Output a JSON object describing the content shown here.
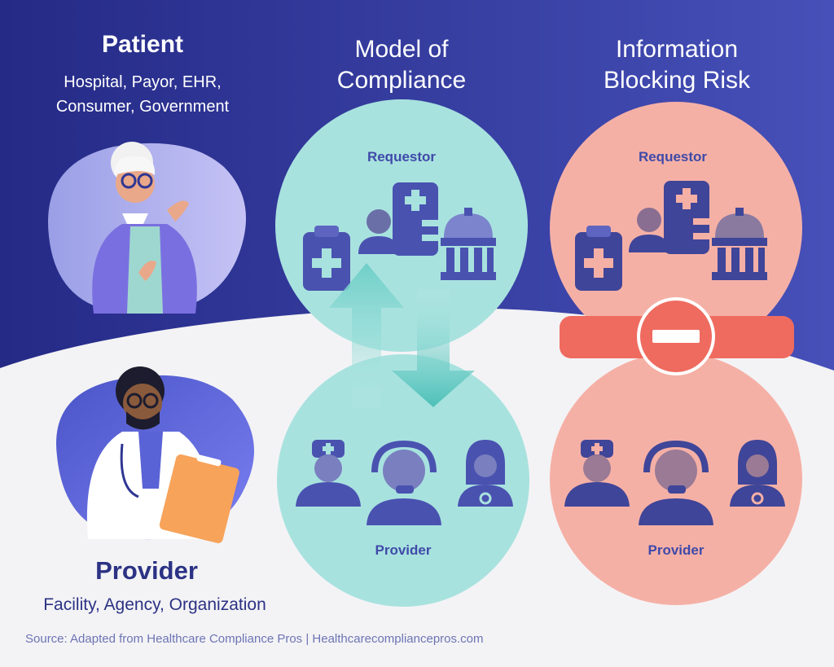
{
  "patient": {
    "title": "Patient",
    "line1": "Hospital, Payor, EHR,",
    "line2": "Consumer, Government"
  },
  "compliance": {
    "title_line1": "Model of",
    "title_line2": "Compliance",
    "requestor_label": "Requestor",
    "provider_label": "Provider"
  },
  "blocking": {
    "title_line1": "Information",
    "title_line2": "Blocking Risk",
    "requestor_label": "Requestor",
    "provider_label": "Provider"
  },
  "provider": {
    "title": "Provider",
    "subtitle": "Facility, Agency, Organization"
  },
  "source": "Source: Adapted from Healthcare Compliance Pros | Healthcarecompliancepros.com",
  "colors": {
    "navy": "#2f3693",
    "teal": "#a8e2df",
    "salmon": "#f5b0a6",
    "red_bar": "#ef6b5f",
    "icon_blue": "#4a52b0",
    "icon_gray": "#6b6fa8"
  }
}
